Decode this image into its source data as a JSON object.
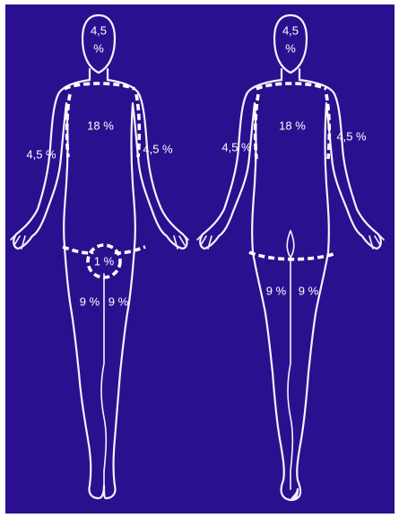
{
  "figure": {
    "front": {
      "head": "4,5 %",
      "trunk": "18 %",
      "right_arm": "4,5 %",
      "left_arm": "4,5 %",
      "genital": "1 %",
      "right_leg": "9 %",
      "left_leg": "9 %"
    },
    "back": {
      "head": "4,5 %",
      "trunk": "18 %",
      "right_arm": "4,5 %",
      "left_arm": "4,5 %",
      "right_leg": "9 %",
      "left_leg": "9 %"
    }
  },
  "colors": {
    "background": "#2a108e",
    "outline": "#f4f2ff"
  }
}
